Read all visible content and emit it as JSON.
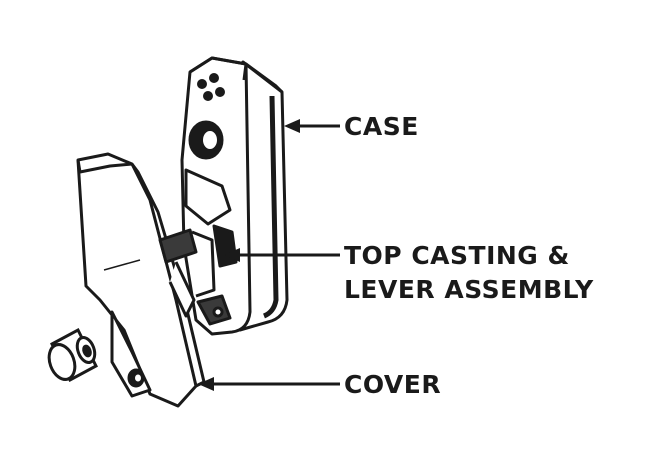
{
  "labels": {
    "case": "CASE",
    "top_casting_line1": "TOP CASTING &",
    "top_casting_line2": "LEVER ASSEMBLY",
    "cover": "COVER"
  },
  "colors": {
    "ink": "#1a1a1a",
    "paper": "#ffffff",
    "shade": "#3a3a3a"
  }
}
